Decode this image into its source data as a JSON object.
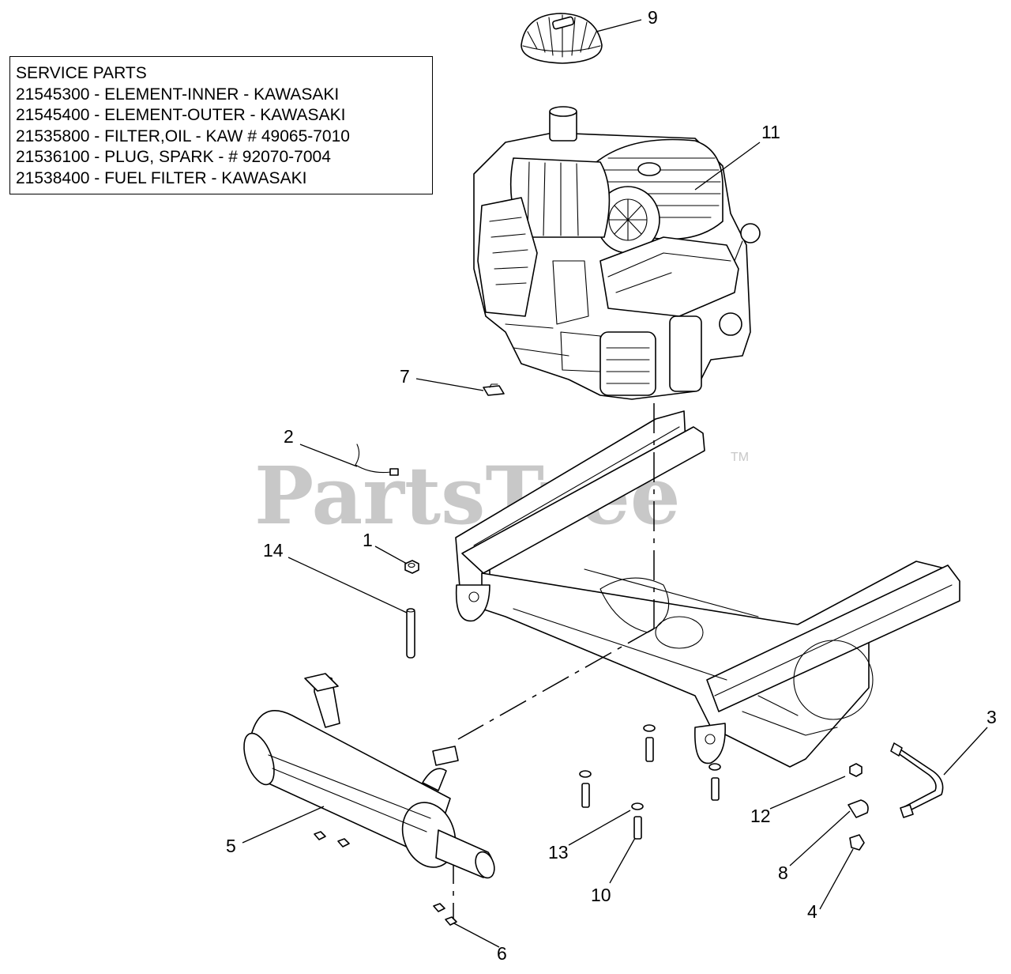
{
  "service_parts": {
    "heading": "SERVICE PARTS",
    "lines": [
      "21545300 - ELEMENT-INNER - KAWASAKI",
      "21545400 - ELEMENT-OUTER - KAWASAKI",
      "21535800 - FILTER,OIL - KAW # 49065-7010",
      "21536100 - PLUG, SPARK - # 92070-7004",
      "21538400 - FUEL FILTER - KAWASAKI"
    ]
  },
  "watermark": {
    "text": "PartsTree",
    "trademark": "TM"
  },
  "callouts": {
    "c1": "1",
    "c2": "2",
    "c3": "3",
    "c4": "4",
    "c5": "5",
    "c6": "6",
    "c7": "7",
    "c8": "8",
    "c9": "9",
    "c10": "10",
    "c11": "11",
    "c12": "12",
    "c13": "13",
    "c14": "14"
  }
}
